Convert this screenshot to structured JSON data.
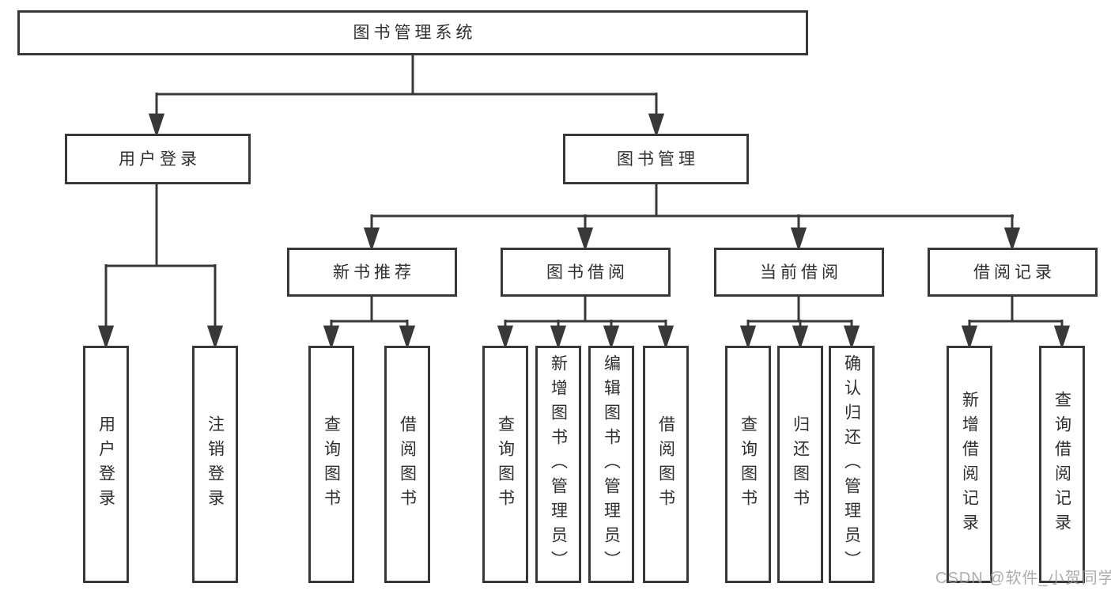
{
  "tree": {
    "root": {
      "label": "图书管理系统"
    },
    "branches": [
      {
        "label": "用户登录",
        "children": [
          {
            "label": "用户登录"
          },
          {
            "label": "注销登录"
          }
        ]
      },
      {
        "label": "图书管理",
        "children": [
          {
            "label": "新书推荐",
            "children": [
              {
                "label": "查询图书"
              },
              {
                "label": "借阅图书"
              }
            ]
          },
          {
            "label": "图书借阅",
            "children": [
              {
                "label": "查询图书"
              },
              {
                "label": "新增图书（管理员）"
              },
              {
                "label": "编辑图书（管理员）"
              },
              {
                "label": "借阅图书"
              }
            ]
          },
          {
            "label": "当前借阅",
            "children": [
              {
                "label": "查询图书"
              },
              {
                "label": "归还图书"
              },
              {
                "label": "确认归还（管理员）"
              }
            ]
          },
          {
            "label": "借阅记录",
            "children": [
              {
                "label": "新增借阅记录"
              },
              {
                "label": "查询借阅记录"
              }
            ]
          }
        ]
      }
    ]
  },
  "watermark": {
    "text": "CSDN @软件_小贺同学"
  },
  "colors": {
    "line": "#383838",
    "box_border": "#383838",
    "text": "#2f2f2f",
    "watermark": "#9e9e9e",
    "background": "#ffffff"
  }
}
